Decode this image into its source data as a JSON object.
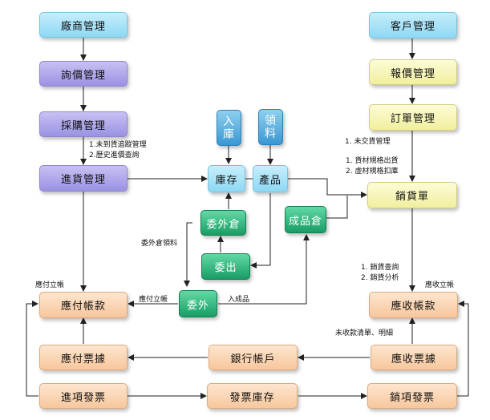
{
  "nodes": {
    "vendor_mgmt": "廠商管理",
    "inquiry_mgmt": "詢價管理",
    "purchase_mgmt": "採購管理",
    "receiving_mgmt": "進貨管理",
    "inbound_char1": "入",
    "inbound_char2": "庫",
    "issue_char1": "領",
    "issue_char2": "料",
    "inventory": "庫存",
    "product": "產品",
    "outsource_warehouse": "委外倉",
    "finished_warehouse": "成品倉",
    "outsource_out": "委出",
    "outsource": "委外",
    "customer_mgmt": "客戶管理",
    "quote_mgmt": "報價管理",
    "order_mgmt": "訂單管理",
    "sales_order": "銷貨單",
    "accounts_payable": "應付帳款",
    "accounts_receivable": "應收帳款",
    "notes_payable": "應付票據",
    "bank_account": "銀行帳戶",
    "notes_receivable": "應收票據",
    "purchase_invoice": "進項發票",
    "invoice_inventory": "發票庫存",
    "sales_invoice": "銷項發票"
  },
  "labels": {
    "undelivered_tracking": "1.未到貨追蹤管理",
    "purchase_history": "2.歷史進價查詢",
    "outsource_material": "委外倉領料",
    "payable_established": "應付立帳",
    "payable_established_2": "應付立帳",
    "into_finished": "入成品",
    "unshipped": "1. 未交貨管理",
    "spec_shipment": "1. 貨材規格出貨",
    "spec_deduct": "2. 虛材規格扣庫",
    "sales_query": "1. 銷貨查詢",
    "sales_analysis": "2. 銷貨分析",
    "receivable_established": "應收立帳",
    "uncollected_list": "未收款清單、明細"
  },
  "colors": {
    "cyan": "#8ed8f4",
    "purple": "#9a92e3",
    "yellow": "#f1ef9e",
    "peach": "#f7c79d",
    "blue": "#3a97d4",
    "green": "#199d65",
    "arrow": "#222222"
  }
}
